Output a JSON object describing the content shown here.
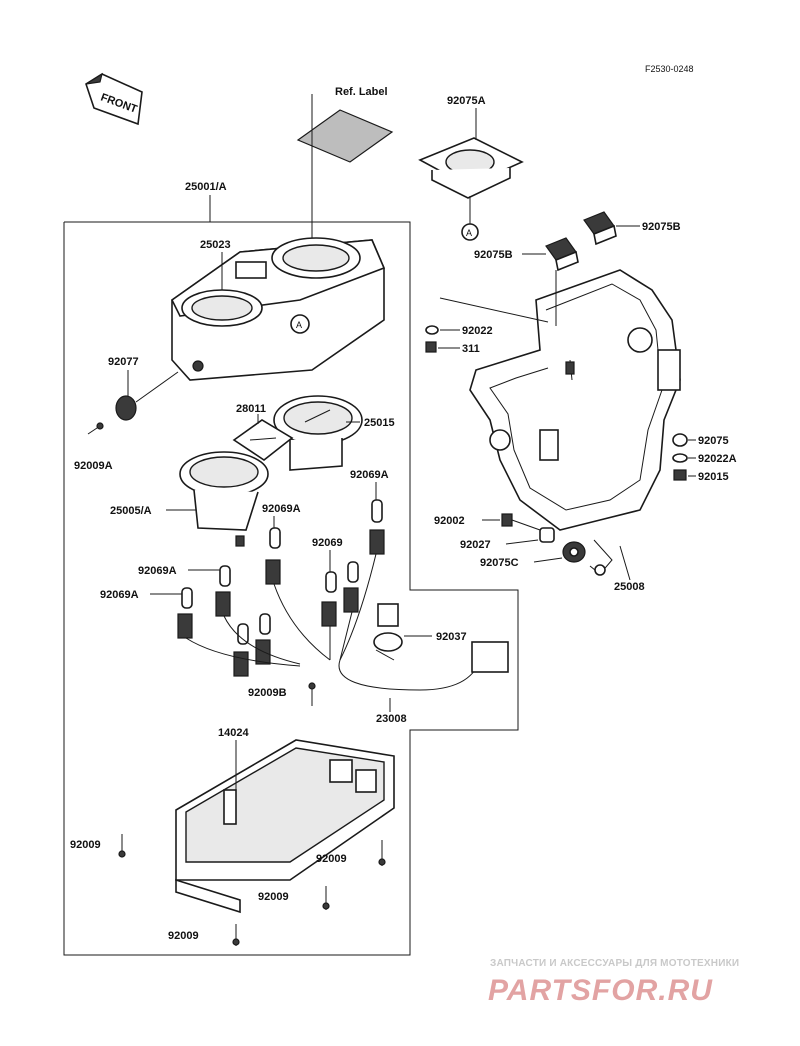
{
  "diagram_id": "F2530-0248",
  "front_label": "FRONT",
  "ref_label": "Ref. Label",
  "callout_marker": "A",
  "parts": {
    "p25001A": "25001/A",
    "p25023": "25023",
    "p92077": "92077",
    "p92009A": "92009A",
    "p28011": "28011",
    "p25015": "25015",
    "p25005A": "25005/A",
    "p92069A_1": "92069A",
    "p92069A_2": "92069A",
    "p92069": "92069",
    "p92069A_3": "92069A",
    "p92069A_4": "92069A",
    "p92037": "92037",
    "p92009B": "92009B",
    "p23008": "23008",
    "p14024": "14024",
    "p92009_1": "92009",
    "p92009_2": "92009",
    "p92009_3": "92009",
    "p92009_4": "92009",
    "p92075A": "92075A",
    "p92075B_1": "92075B",
    "p92075B_2": "92075B",
    "p92022": "92022",
    "p311": "311",
    "p92075": "92075",
    "p92022A": "92022A",
    "p92015": "92015",
    "p92002": "92002",
    "p92027": "92027",
    "p92075C": "92075C",
    "p25008": "25008"
  },
  "watermark": {
    "tagline": "ЗАПЧАСТИ И АКСЕССУАРЫ ДЛЯ МОТОТЕХНИКИ",
    "brand": "PARTSFOR.RU"
  }
}
